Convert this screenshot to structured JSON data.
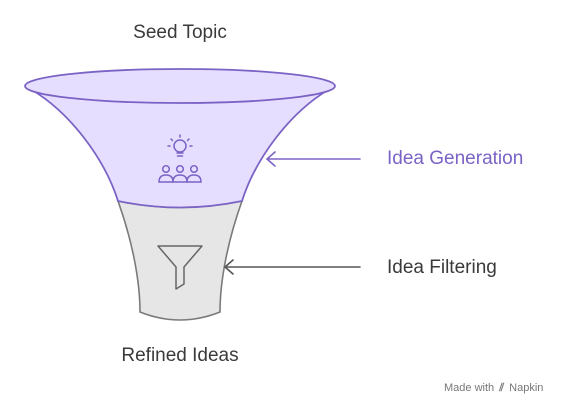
{
  "labels": {
    "top": "Seed Topic",
    "bottom": "Refined Ideas"
  },
  "stages": [
    {
      "name": "Idea Generation",
      "icon": "lightbulb-people-icon",
      "color": "#7b63c6",
      "fill": "#e6defe"
    },
    {
      "name": "Idea Filtering",
      "icon": "filter-funnel-icon",
      "color": "#555555",
      "fill": "#e6e6e6"
    }
  ],
  "watermark": {
    "prefix": "Made with",
    "brand": "Napkin"
  }
}
